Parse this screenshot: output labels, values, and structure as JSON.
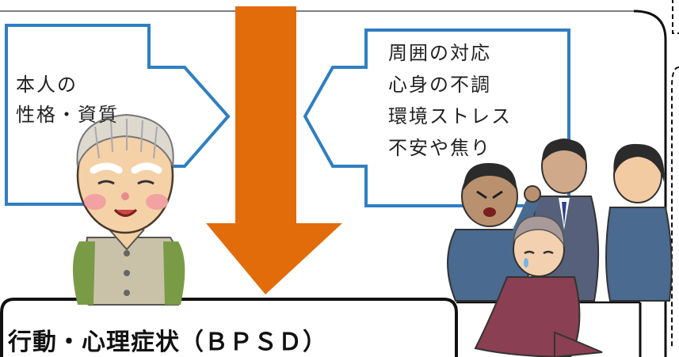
{
  "left_box": {
    "lines": [
      "本人の",
      "性格・資質"
    ]
  },
  "right_box": {
    "lines": [
      "周囲の対応",
      "心身の不調",
      "環境ストレス",
      "不安や焦り"
    ]
  },
  "result": {
    "title": "行動・心理症状（ＢＰＳＤ）"
  },
  "colors": {
    "arrow": "#e36c0a",
    "box_border": "#2f7fc1",
    "frame": "#111111"
  },
  "icons": {
    "elderly_man": "elderly-man-illustration",
    "family": "family-group-illustration"
  }
}
